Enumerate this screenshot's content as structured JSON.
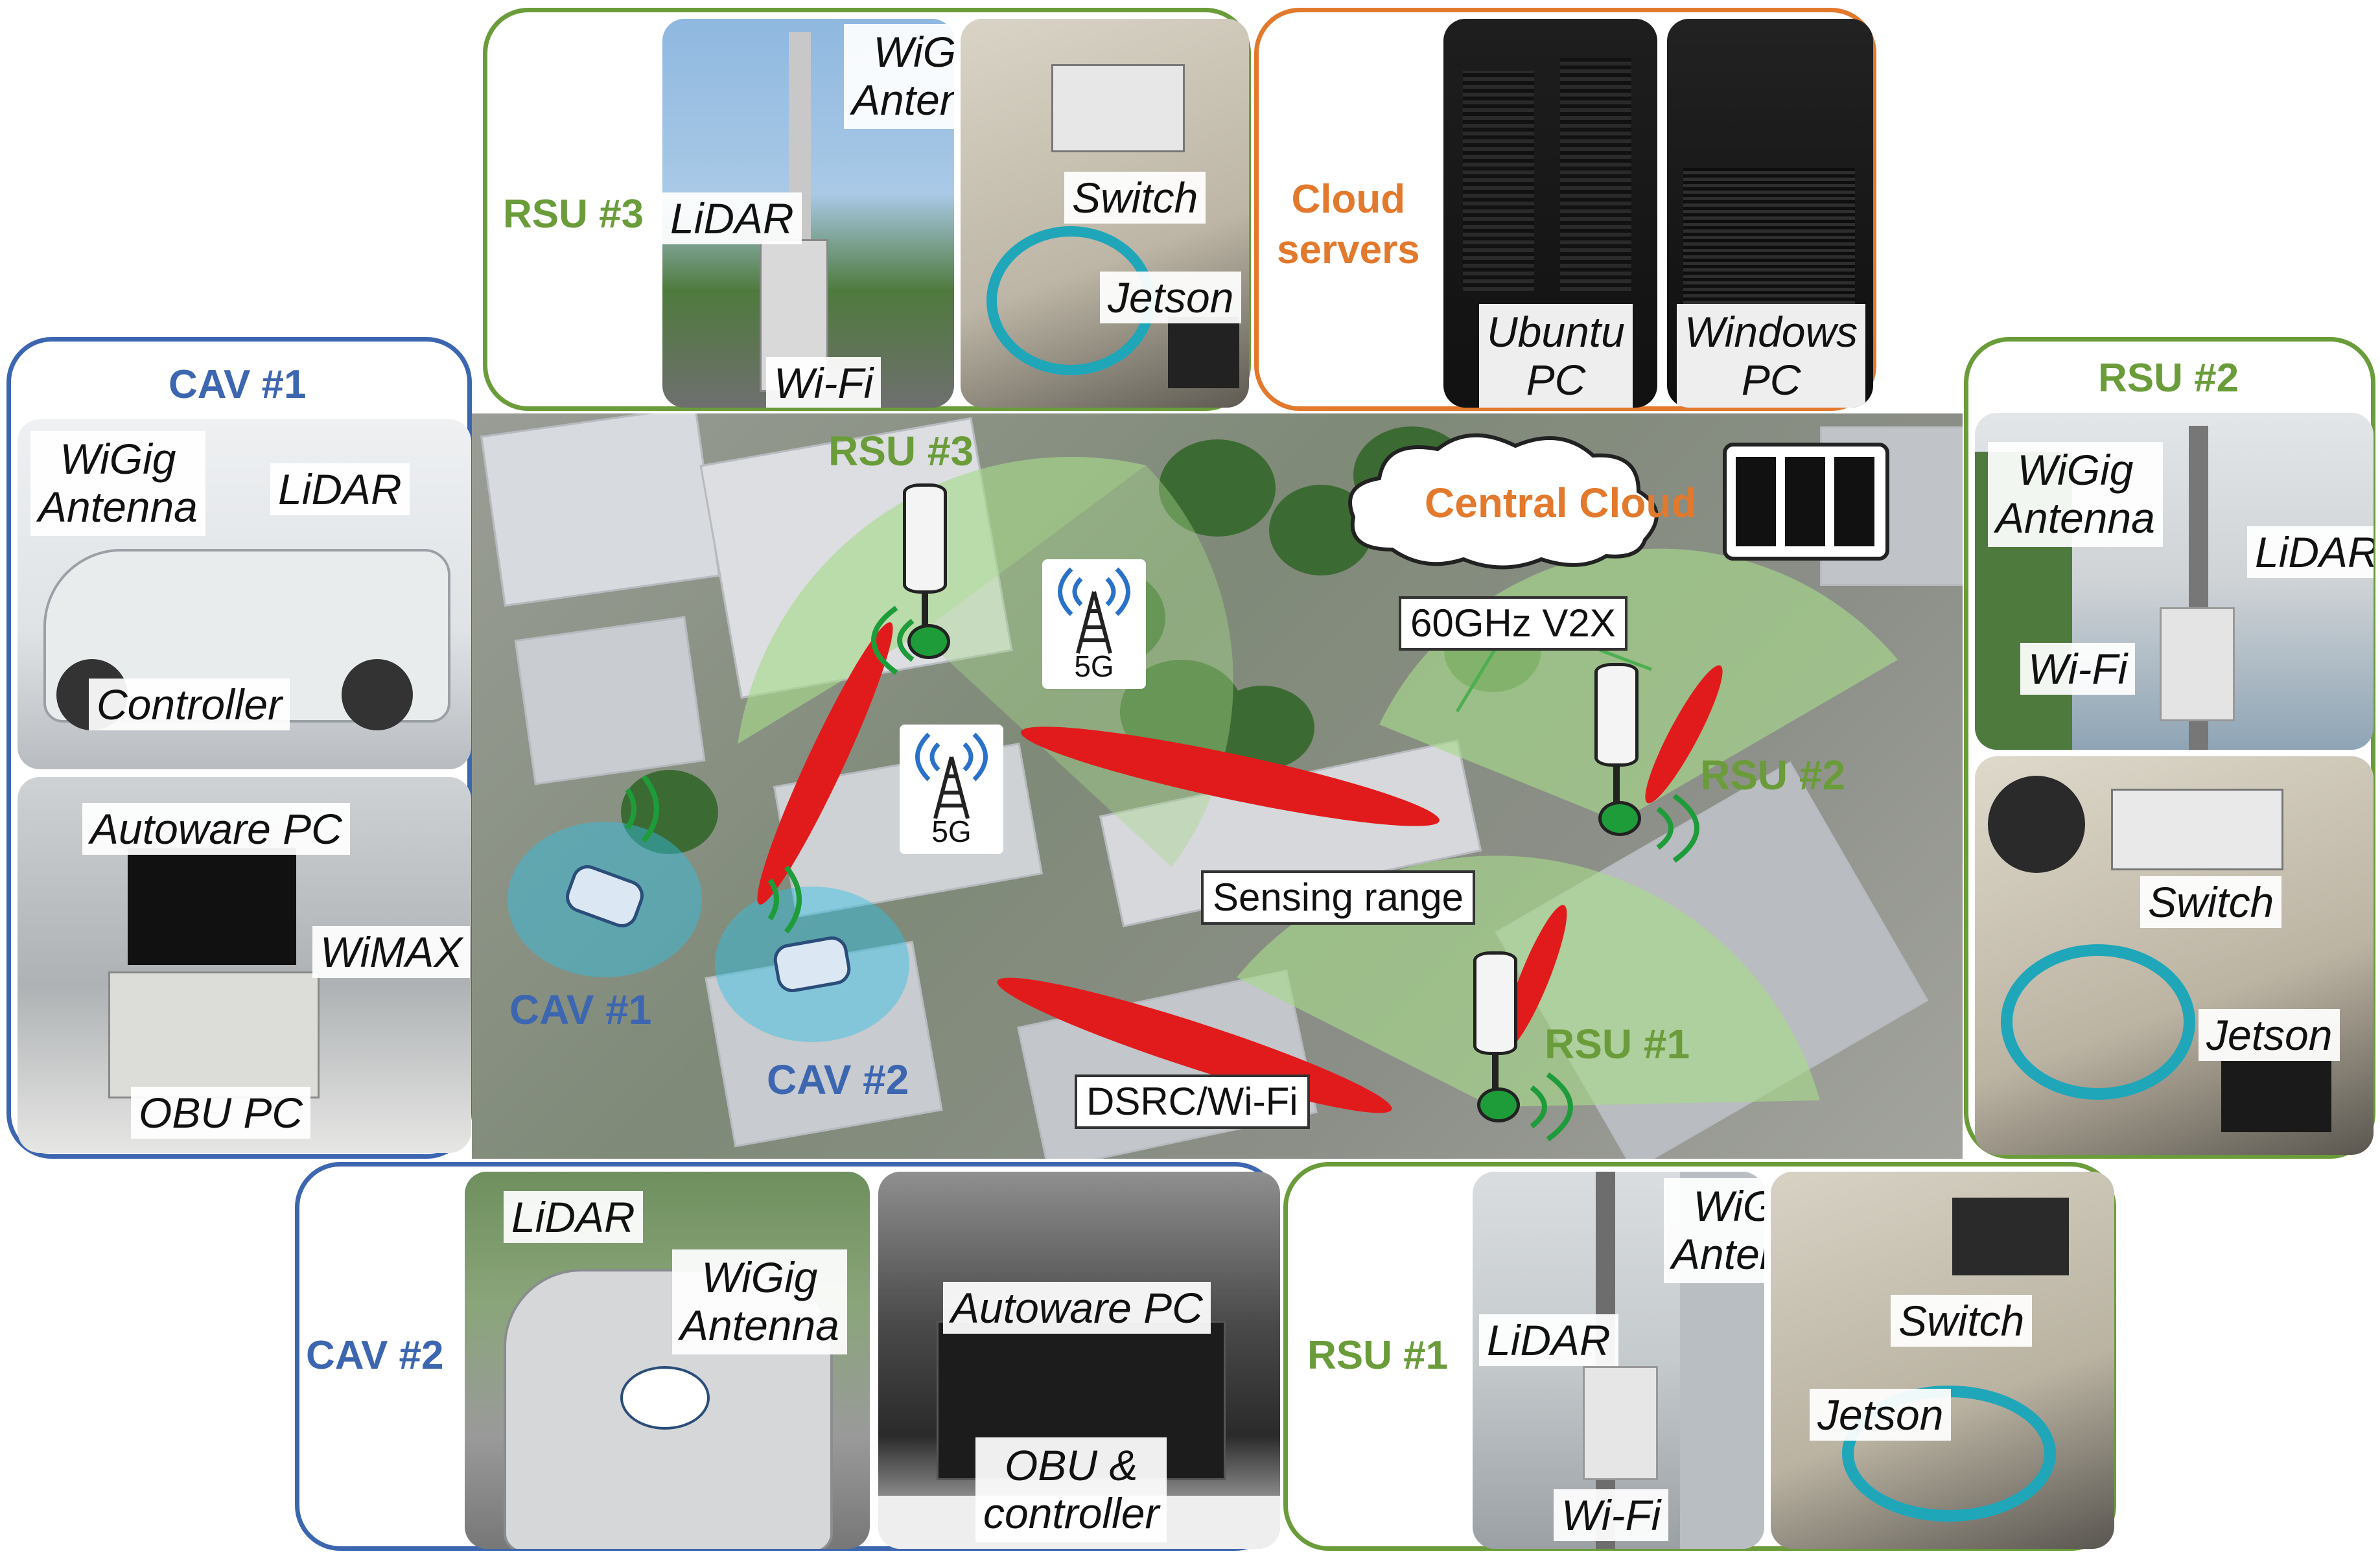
{
  "colors": {
    "rsu": "#6a9c3a",
    "cav": "#3c66b0",
    "cloud": "#e2792c",
    "beam": "#e11b1b",
    "coverage": "#a7d98c",
    "sensing": "#2fc2e6"
  },
  "panels": {
    "rsu3": {
      "title": "RSU #3",
      "photo1": {
        "wigig": "WiGig\nAntenna",
        "lidar": "LiDAR",
        "wifi": "Wi-Fi"
      },
      "photo2": {
        "switch": "Switch",
        "jetson": "Jetson"
      }
    },
    "cloud_servers": {
      "title": "Cloud\nservers",
      "ubuntu": "Ubuntu\nPC",
      "windows": "Windows\nPC"
    },
    "cav1": {
      "title": "CAV #1",
      "photo1": {
        "wigig": "WiGig\nAntenna",
        "lidar": "LiDAR",
        "controller": "Controller"
      },
      "photo2": {
        "autoware": "Autoware PC",
        "wimax": "WiMAX",
        "obu": "OBU PC"
      }
    },
    "rsu2": {
      "title": "RSU #2",
      "photo1": {
        "wigig": "WiGig\nAntenna",
        "lidar": "LiDAR",
        "wifi": "Wi-Fi"
      },
      "photo2": {
        "switch": "Switch",
        "jetson": "Jetson"
      }
    },
    "cav2": {
      "title": "CAV #2",
      "photo1": {
        "lidar": "LiDAR",
        "wigig": "WiGig\nAntenna"
      },
      "photo2": {
        "autoware": "Autoware PC",
        "obu": "OBU &\ncontroller"
      }
    },
    "rsu1": {
      "title": "RSU #1",
      "photo1": {
        "wigig": "WiGig\nAntenna",
        "lidar": "LiDAR",
        "wifi": "Wi-Fi"
      },
      "photo2": {
        "switch": "Switch",
        "jetson": "Jetson"
      }
    }
  },
  "map": {
    "rsu3": "RSU #3",
    "rsu2": "RSU #2",
    "rsu1": "RSU #1",
    "cav1": "CAV #1",
    "cav2": "CAV #2",
    "central_cloud": "Central Cloud",
    "v2x_60ghz": "60GHz V2X",
    "sensing_range": "Sensing range",
    "dsrc_wifi": "DSRC/Wi-Fi",
    "fiveg_a": "5G",
    "fiveg_b": "5G"
  }
}
